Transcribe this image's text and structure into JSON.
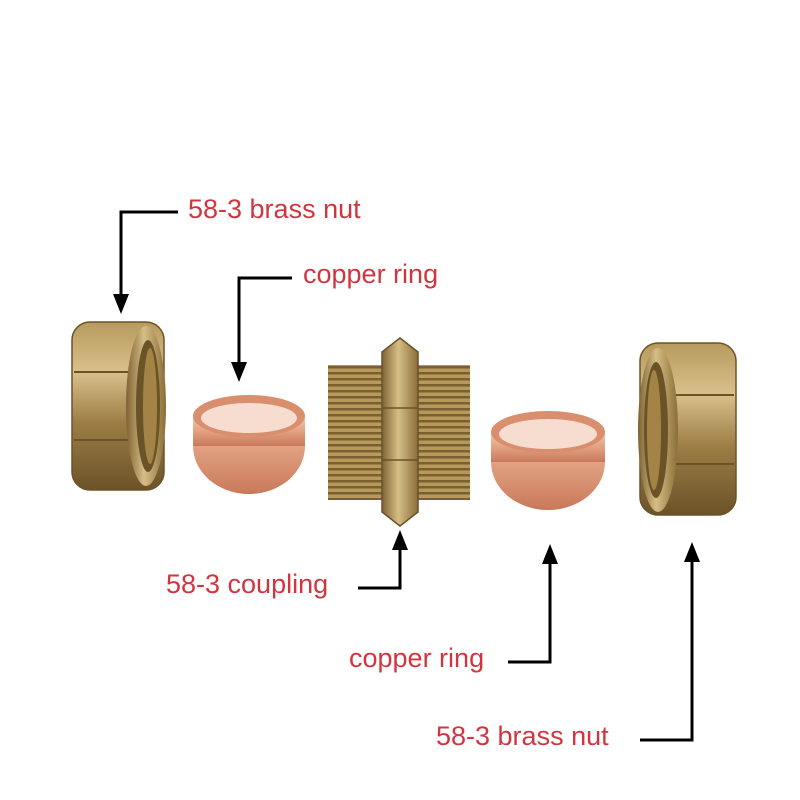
{
  "colors": {
    "label": "#d2353f",
    "leader": "#000000",
    "brass": "#a98a4c",
    "copper": "#e6a889"
  },
  "labels": {
    "nut_top": "58-3 brass nut",
    "ring_top": "copper ring",
    "coupling": "58-3 coupling",
    "ring_bottom": "copper ring",
    "nut_bottom": "58-3 brass nut"
  },
  "parts": [
    {
      "name": "brass nut",
      "material": "brass"
    },
    {
      "name": "copper ring",
      "material": "copper"
    },
    {
      "name": "coupling",
      "material": "brass"
    },
    {
      "name": "copper ring",
      "material": "copper"
    },
    {
      "name": "brass nut",
      "material": "brass"
    }
  ]
}
